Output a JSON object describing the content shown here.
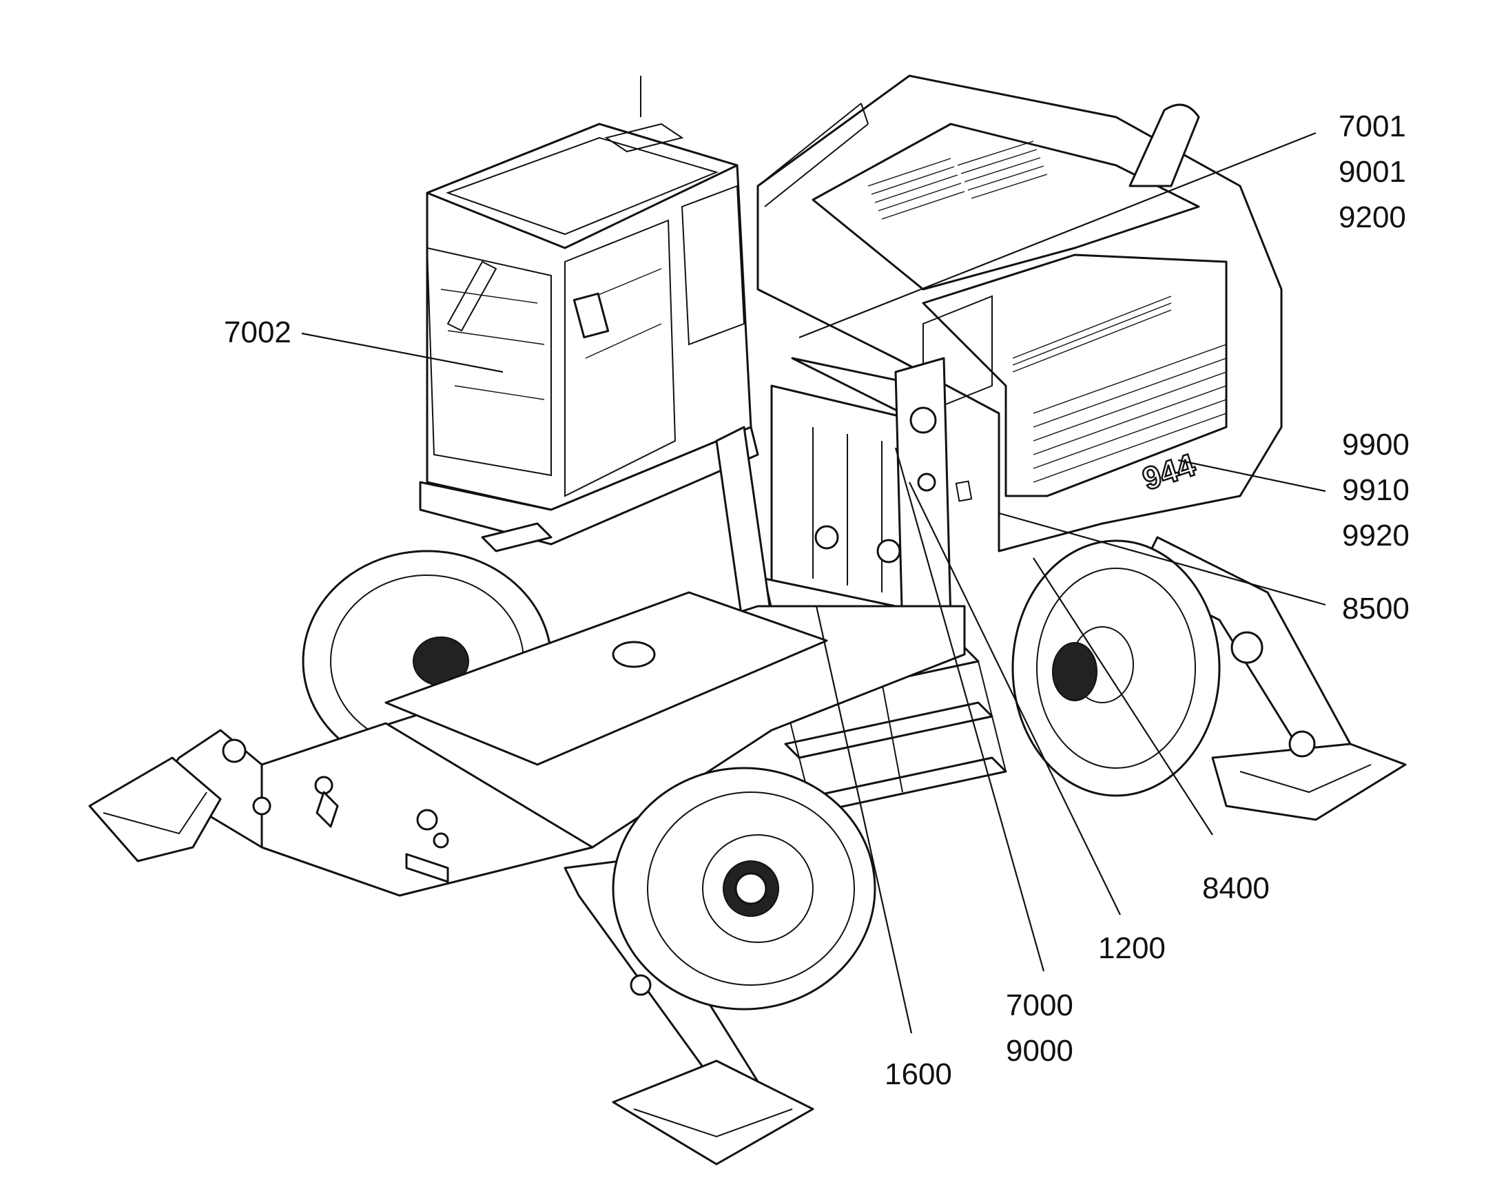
{
  "model_badge": "944",
  "callouts": [
    {
      "id": "c7001",
      "text": "7001"
    },
    {
      "id": "c9001",
      "text": "9001"
    },
    {
      "id": "c9200",
      "text": "9200"
    },
    {
      "id": "c7002",
      "text": "7002"
    },
    {
      "id": "c9900",
      "text": "9900"
    },
    {
      "id": "c9910",
      "text": "9910"
    },
    {
      "id": "c9920",
      "text": "9920"
    },
    {
      "id": "c8500",
      "text": "8500"
    },
    {
      "id": "c8400",
      "text": "8400"
    },
    {
      "id": "c1200",
      "text": "1200"
    },
    {
      "id": "c7000",
      "text": "7000"
    },
    {
      "id": "c9000",
      "text": "9000"
    },
    {
      "id": "c1600",
      "text": "1600"
    }
  ]
}
